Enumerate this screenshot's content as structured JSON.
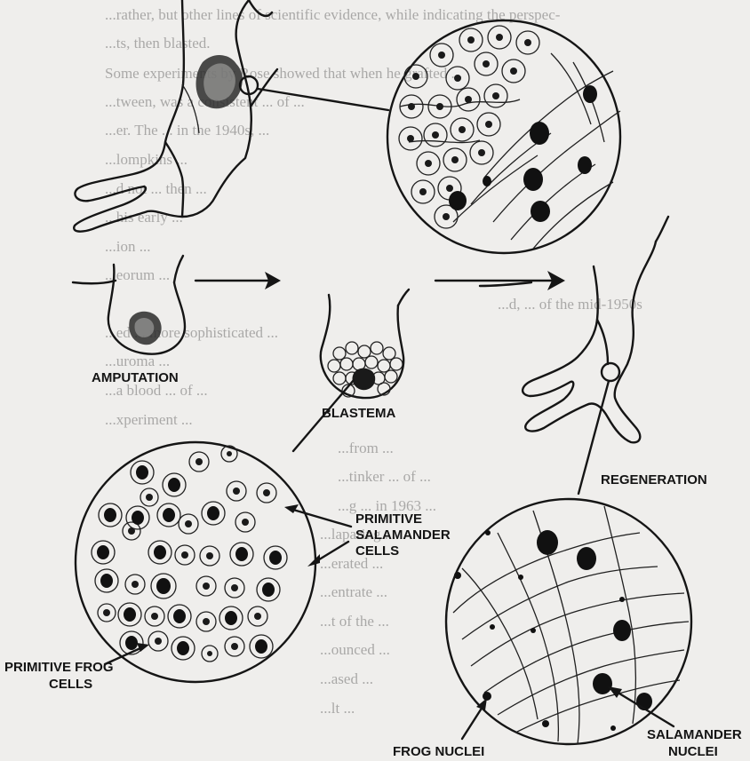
{
  "labels": {
    "amputation": "AMPUTATION",
    "blastema": "BLASTEMA",
    "regeneration": "REGENERATION",
    "primitive_salamander_line1": "PRIMITIVE",
    "primitive_salamander_line2": "SALAMANDER",
    "primitive_salamander_line3": "CELLS",
    "primitive_frog_line1": "PRIMITIVE FROG",
    "primitive_frog_line2": "CELLS",
    "frog_nuclei": "FROG NUCLEI",
    "salamander_nuclei_line1": "SALAMANDER",
    "salamander_nuclei_line2": "NUCLEI"
  },
  "background_text": [
    "...rather, but other lines of scientific evidence, while indicating the perspec-",
    "...ts, then blasted.",
    "Some experiments by Rose showed that when he grafted ...",
    "...tween, was a consistent ... of ...",
    "...er. The ... in the 1940s, ...",
    "...lompkins ...",
    "...d not ... then ...",
    "...his early ...",
    "...ion ...",
    "...eorum ...",
    "...d, ... of the mid-1950s",
    "...ed ... more sophisticated ...",
    "...uroma ...",
    "...a blood ... of ...",
    "...xperiment ...",
    "...from ...",
    "...tinker ... of ...",
    "...g ... in 1963 ...",
    "...laparing ...",
    "...erated ...",
    "...entrate ...",
    "...t of the ...",
    "...ounced ...",
    "...ased ...",
    "...lt ..."
  ]
}
